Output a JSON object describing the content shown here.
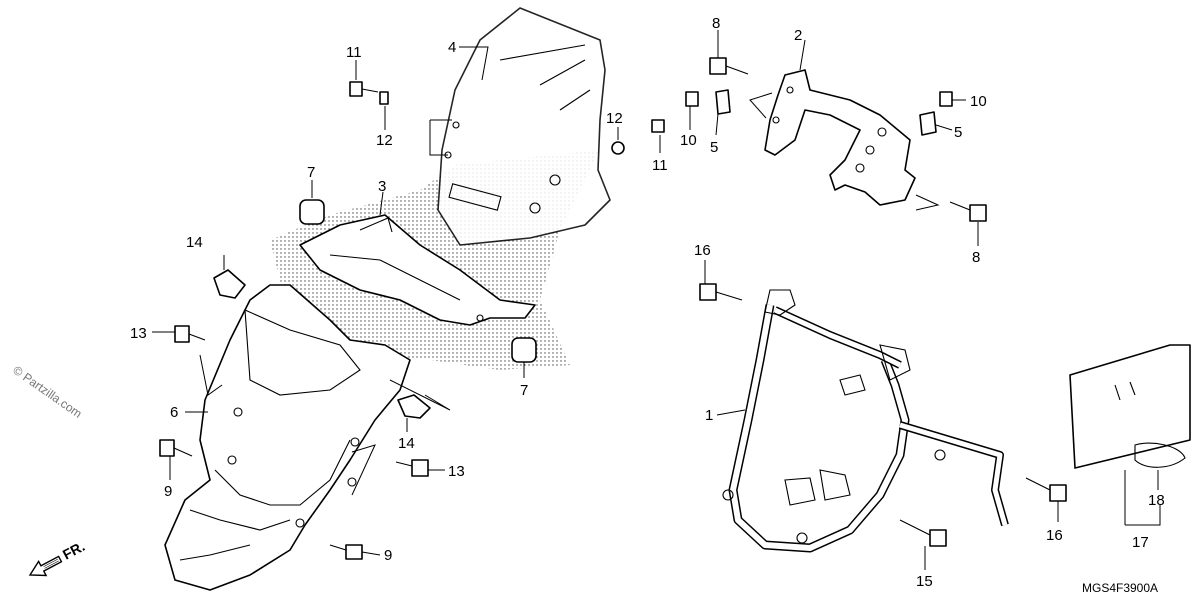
{
  "watermark": "© Partzilla.com",
  "diagram_code": "MGS4F3900A",
  "direction_label": "FR.",
  "callouts": [
    "1",
    "2",
    "3",
    "4",
    "5",
    "5",
    "6",
    "7",
    "7",
    "8",
    "8",
    "9",
    "9",
    "10",
    "10",
    "11",
    "11",
    "12",
    "12",
    "13",
    "13",
    "14",
    "14",
    "15",
    "16",
    "16",
    "17",
    "18"
  ],
  "icons": {
    "direction": "front-arrow-icon"
  }
}
